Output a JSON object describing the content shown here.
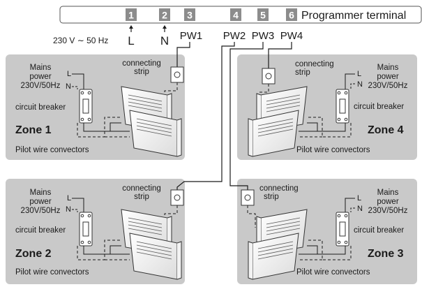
{
  "terminal": {
    "numbers": [
      "1",
      "2",
      "3",
      "4",
      "5",
      "6"
    ],
    "label": "Programmer terminal"
  },
  "supply": {
    "voltage": "230 V ∼ 50 Hz",
    "live": "L",
    "neutral": "N"
  },
  "pilot_wires": [
    "PW1",
    "PW2",
    "PW3",
    "PW4"
  ],
  "zones": [
    {
      "title": "Zone 1",
      "mains": [
        "Mains",
        "power",
        "230V/50Hz"
      ],
      "breaker": "circuit breaker",
      "strip": [
        "connecting",
        "strip"
      ],
      "convectors": "Pilot wire convectors",
      "l": "L",
      "n": "N"
    },
    {
      "title": "Zone 4",
      "mains": [
        "Mains",
        "power",
        "230V/50Hz"
      ],
      "breaker": "circuit breaker",
      "strip": [
        "connecting",
        "strip"
      ],
      "convectors": "Pilot wire convectors",
      "l": "L",
      "n": "N"
    },
    {
      "title": "Zone 2",
      "mains": [
        "Mains",
        "power",
        "230V/50Hz"
      ],
      "breaker": "circuit breaker",
      "strip": [
        "connecting",
        "strip"
      ],
      "convectors": "Pilot wire convectors",
      "l": "L",
      "n": "N"
    },
    {
      "title": "Zone 3",
      "mains": [
        "Mains",
        "power",
        "230V/50Hz"
      ],
      "breaker": "circuit breaker",
      "strip": [
        "connecting",
        "strip"
      ],
      "convectors": "Pilot wire convectors",
      "l": "L",
      "n": "N"
    }
  ],
  "colors": {
    "zone_fill": "#c9c9c9",
    "number_box": "#8c8c8c",
    "wire": "#1a1a1a"
  }
}
